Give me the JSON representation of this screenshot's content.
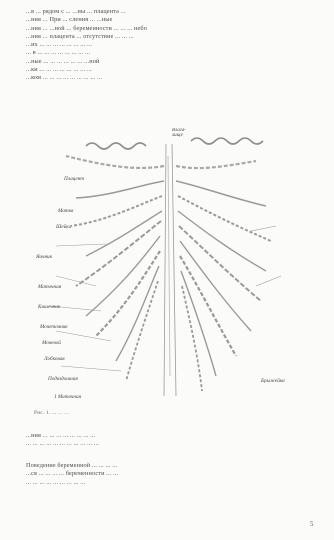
{
  "document": {
    "top_paragraph_lines": [
      "...в ... рядом с ... ...ны ... плацента ...",
      "...ния ... При ... сления ... ...ные",
      "...ния ... ...ной ... беременности ... ... ... небо",
      "...ния ... плацента ... отсутствие ... ... ...",
      "...их ... ... ... ... ... ... ... ...",
      "... в ... ... ... ... ... ... ... ...",
      "...ные ... ... ... ... ... ... ...ной",
      "...ки ... ... ... ... ... ... ... ...",
      "...ком ... ... ... ... ... ... ... ... ..."
    ],
    "figure_labels": {
      "top": "Влага-\nлище",
      "l1": "Плацент",
      "l2": "Матка",
      "l3": "Шейка",
      "l4": "Яичник",
      "l5": "Маточная",
      "l6": "Кишечник",
      "l7": "Мочеточник",
      "l8": "Мочевой",
      "l9": "Лобковая",
      "l10": "Подвздошная",
      "l11": "1 Маточная",
      "l12": "Брыжейка"
    },
    "caption": "Рис. 1. ... ... ...",
    "bottom_paragraph_lines": [
      "...ния ... ... ... ... ... ... ... ...",
      "... ... ... ... ... ... ... ... ... ... ..."
    ],
    "last_paragraph_lines": [
      "Поведение беременной ... ... ... ...",
      "...ся ... ... ... ... беременности ... ...",
      "... ... ... ... ... ... ... ... ..."
    ],
    "page_number": "5"
  }
}
